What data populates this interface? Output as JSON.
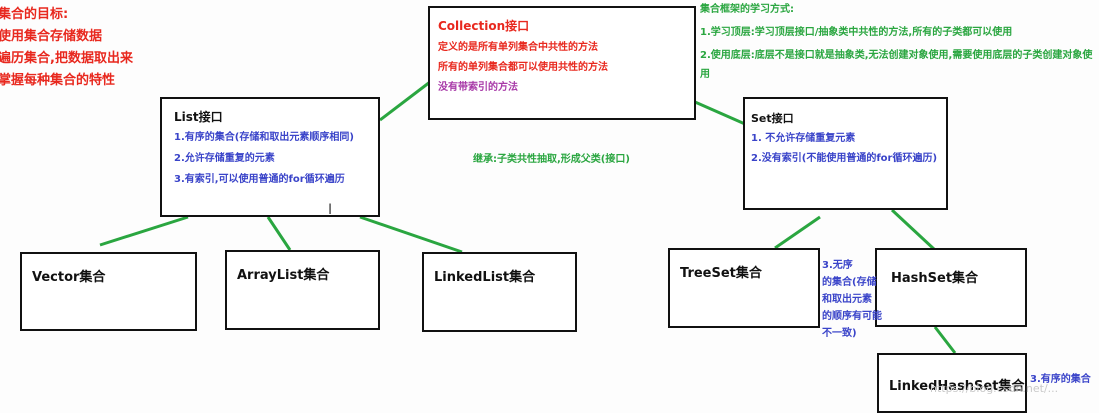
{
  "goals": {
    "title": "集合的目标:",
    "items": [
      "使用集合存储数据",
      "遍历集合,把数据取出来",
      "掌握每种集合的特性"
    ]
  },
  "collection": {
    "title": "Collection接口",
    "lines": [
      "定义的是所有单列集合中共性的方法",
      "所有的单列集合都可以使用共性的方法",
      "没有带索引的方法"
    ]
  },
  "framework": {
    "title": "集合框架的学习方式:",
    "lines": [
      "1.学习顶层:学习顶层接口/抽象类中共性的方法,所有的子类都可以使用",
      "2.使用底层:底层不是接口就是抽象类,无法创建对象使用,需要使用底层的子类创建对象使",
      "用"
    ]
  },
  "list": {
    "title": "List接口",
    "lines": [
      "1.有序的集合(存储和取出元素顺序相同)",
      "2.允许存储重复的元素",
      "3.有索引,可以使用普通的for循环遍历"
    ]
  },
  "inherit_note": "继承:子类共性抽取,形成父类(接口)",
  "set": {
    "title": "Set接口",
    "lines": [
      "1. 不允许存储重复元素",
      "2.没有索引(不能使用普通的for循环遍历)"
    ]
  },
  "nodes": {
    "vector": "Vector集合",
    "arraylist": "ArrayList集合",
    "linkedlist": "LinkedList集合",
    "treeset": "TreeSet集合",
    "hashset": "HashSet集合",
    "linkedhashset": "LinkedHashSet集合"
  },
  "hash_note": [
    "3.无序",
    "的集合(存储",
    "和取出元素",
    "的顺序有可能",
    "不一致)"
  ],
  "ordered_note": "3.有序的集合",
  "watermark": "https://blog.csdn.net/...",
  "colors": {
    "line": "#2aa640",
    "red": "#e8281e",
    "green": "#2aa640",
    "blue": "#3a44c9",
    "purple": "#a83aa8"
  }
}
